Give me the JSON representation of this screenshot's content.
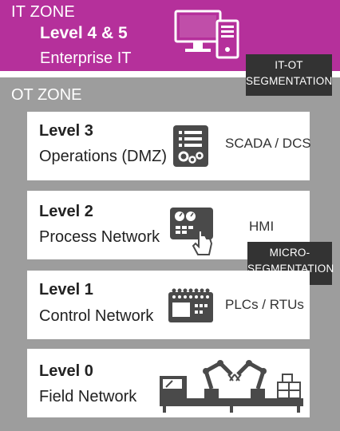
{
  "it_zone": {
    "label": "IT ZONE",
    "level": "Level 4 & 5",
    "description": "Enterprise IT",
    "icon": "desktop-computer-icon"
  },
  "segmentation_it_ot": {
    "line1": "IT-OT",
    "line2": "SEGMENTATION"
  },
  "ot_zone": {
    "label": "OT ZONE"
  },
  "levels": [
    {
      "level": "Level 3",
      "name": "Operations (DMZ)",
      "tag": "SCADA / DCS",
      "icon": "scada-gears-icon"
    },
    {
      "level": "Level 2",
      "name": "Process Network",
      "tag": "HMI",
      "icon": "hmi-touchscreen-icon"
    },
    {
      "level": "Level 1",
      "name": "Control Network",
      "tag": "PLCs / RTUs",
      "icon": "plc-controller-icon"
    },
    {
      "level": "Level 0",
      "name": "Field Network",
      "tag": "",
      "icon": "robotic-assembly-line-icon"
    }
  ],
  "segmentation_micro": {
    "line1": "MICRO-",
    "line2": "SEGMENTATION"
  },
  "colors": {
    "it_zone": "#b5309b",
    "ot_zone": "#9d9d9d",
    "badge": "#333333",
    "icon": "#4a4a4a"
  }
}
